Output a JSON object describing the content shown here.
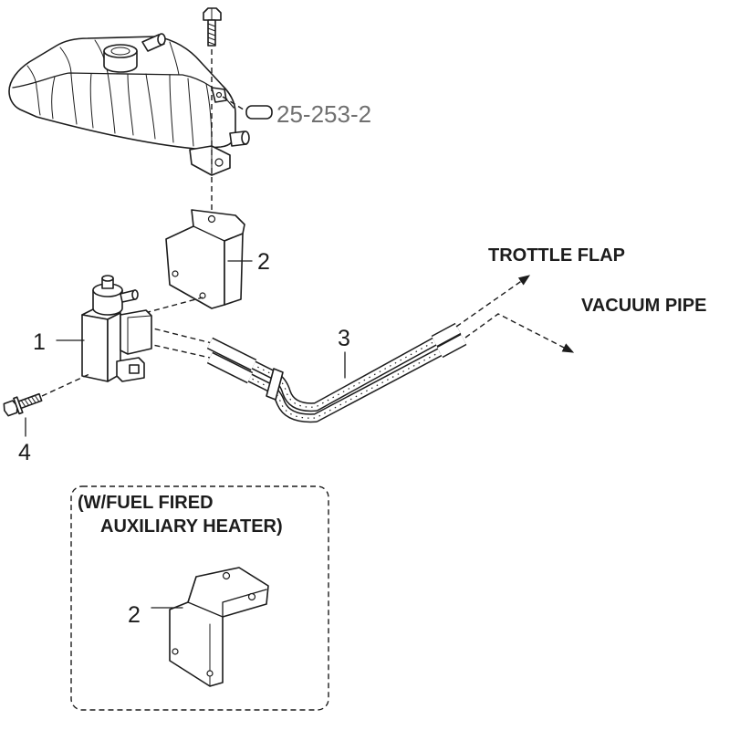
{
  "diagram": {
    "reference": "25-253-2",
    "callouts": {
      "part_1": "1",
      "part_2_upper": "2",
      "part_2_variant": "2",
      "part_3": "3",
      "part_4": "4"
    },
    "destinations": {
      "throttle_flap": "TROTTLE FLAP",
      "vacuum_pipe": "VACUUM PIPE"
    },
    "variant_note": {
      "line1": "(W/FUEL FIRED",
      "line2": "AUXILIARY HEATER)"
    }
  },
  "colors": {
    "background": "#ffffff",
    "ink": "#1c1c1c",
    "reference_text": "#707070"
  }
}
